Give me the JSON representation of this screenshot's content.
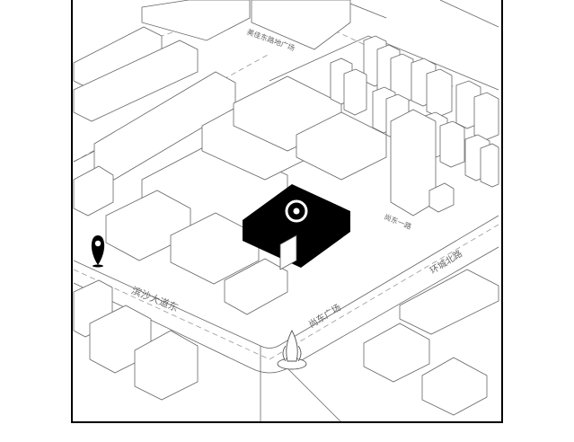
{
  "map": {
    "labels": {
      "top_street": "美佳东路地广场",
      "road_west": "滨沙大道东",
      "road_mid": "尚东广场",
      "road_east": "环城北路",
      "road_small": "尚东一路"
    },
    "markers": {
      "location_pin": "map-pin-icon",
      "target_logo": "target-logo-icon",
      "fountain": "fountain-sculpture-icon"
    },
    "colors": {
      "background": "#ffffff",
      "line": "#555555",
      "frame": "#000000",
      "highlight": "#000000"
    }
  }
}
